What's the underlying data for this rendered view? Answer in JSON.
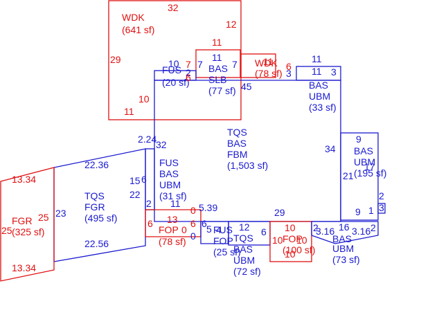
{
  "colors": {
    "blue": "#1a1ad0",
    "red": "#e01010"
  },
  "areas": [
    {
      "id": "wdk-top",
      "color": "red",
      "lines": [
        "WDK",
        "(641 sf)"
      ]
    },
    {
      "id": "wdk-small",
      "color": "red",
      "lines": [
        "WDK",
        "(78 sf)"
      ]
    },
    {
      "id": "fus-small",
      "color": "blue",
      "lines": [
        "FUS",
        "(20 sf)"
      ]
    },
    {
      "id": "bas-slb",
      "color": "blue",
      "lines": [
        "BAS",
        "SLB",
        "(77 sf)"
      ]
    },
    {
      "id": "bas-ubm-right",
      "color": "blue",
      "lines": [
        "BAS",
        "UBM",
        "(33 sf)"
      ]
    },
    {
      "id": "tqs-bas-fbm",
      "color": "blue",
      "lines": [
        "TQS",
        "BAS",
        "FBM",
        "(1,503 sf)"
      ]
    },
    {
      "id": "bas-ubm-east",
      "color": "blue",
      "lines": [
        "BAS",
        "UBM",
        "(195 sf)"
      ]
    },
    {
      "id": "fus-bas-ubm",
      "color": "blue",
      "lines": [
        "FUS",
        "BAS",
        "UBM",
        "(31 sf)"
      ]
    },
    {
      "id": "tqs-fgr",
      "color": "blue",
      "lines": [
        "TQS",
        "FGR",
        "(495 sf)"
      ]
    },
    {
      "id": "fgr",
      "color": "red",
      "lines": [
        "FGR",
        "(325 sf)"
      ]
    },
    {
      "id": "fop-left",
      "color": "red",
      "lines": [
        "FOP",
        "(78 sf)"
      ]
    },
    {
      "id": "fus-fop",
      "color": "blue",
      "lines": [
        "FUS",
        "FOP",
        "(25 sf)"
      ]
    },
    {
      "id": "tqs-bas-ubm",
      "color": "blue",
      "lines": [
        "TQS",
        "BAS",
        "UBM",
        "(72 sf)"
      ]
    },
    {
      "id": "fop-right",
      "color": "red",
      "lines": [
        "FOP",
        "(100 sf)"
      ]
    },
    {
      "id": "bas-ubm-73",
      "color": "blue",
      "lines": [
        "BAS",
        "UBM",
        "(73 sf)"
      ]
    }
  ],
  "dimensions": [
    {
      "id": "d1",
      "color": "red",
      "text": "32"
    },
    {
      "id": "d2",
      "color": "red",
      "text": "12"
    },
    {
      "id": "d3",
      "color": "red",
      "text": "11"
    },
    {
      "id": "d4",
      "color": "red",
      "text": "29"
    },
    {
      "id": "d5",
      "color": "red",
      "text": "10"
    },
    {
      "id": "d6",
      "color": "red",
      "text": "11"
    },
    {
      "id": "d7",
      "color": "blue",
      "text": "10"
    },
    {
      "id": "d8",
      "color": "red",
      "text": "7"
    },
    {
      "id": "d9",
      "color": "blue",
      "text": "2"
    },
    {
      "id": "d10",
      "color": "red",
      "text": "6"
    },
    {
      "id": "d11",
      "color": "blue",
      "text": "7"
    },
    {
      "id": "d12",
      "color": "blue",
      "text": "11"
    },
    {
      "id": "d13",
      "color": "blue",
      "text": "7"
    },
    {
      "id": "d14",
      "color": "blue",
      "text": "45"
    },
    {
      "id": "d15",
      "color": "red",
      "text": "11"
    },
    {
      "id": "d16",
      "color": "red",
      "text": "6"
    },
    {
      "id": "d17",
      "color": "blue",
      "text": "3"
    },
    {
      "id": "d18",
      "color": "blue",
      "text": "11"
    },
    {
      "id": "d19",
      "color": "blue",
      "text": "11"
    },
    {
      "id": "d20",
      "color": "blue",
      "text": "3"
    },
    {
      "id": "d21",
      "color": "blue",
      "text": "2.24"
    },
    {
      "id": "d22",
      "color": "blue",
      "text": "32"
    },
    {
      "id": "d23",
      "color": "blue",
      "text": "34"
    },
    {
      "id": "d24",
      "color": "blue",
      "text": "9"
    },
    {
      "id": "d25",
      "color": "blue",
      "text": "17"
    },
    {
      "id": "d26",
      "color": "blue",
      "text": "21"
    },
    {
      "id": "d27",
      "color": "blue",
      "text": "2"
    },
    {
      "id": "d28",
      "color": "blue",
      "text": "3"
    },
    {
      "id": "d29",
      "color": "blue",
      "text": "9"
    },
    {
      "id": "d30",
      "color": "blue",
      "text": "1"
    },
    {
      "id": "d31",
      "color": "blue",
      "text": "22.36"
    },
    {
      "id": "d32",
      "color": "blue",
      "text": "15"
    },
    {
      "id": "d33",
      "color": "blue",
      "text": "6"
    },
    {
      "id": "d34",
      "color": "blue",
      "text": "22"
    },
    {
      "id": "d35",
      "color": "blue",
      "text": "2"
    },
    {
      "id": "d36",
      "color": "blue",
      "text": "11"
    },
    {
      "id": "d37",
      "color": "blue",
      "text": "23"
    },
    {
      "id": "d38",
      "color": "red",
      "text": "13.34"
    },
    {
      "id": "d39",
      "color": "red",
      "text": "25"
    },
    {
      "id": "d40",
      "color": "red",
      "text": "25"
    },
    {
      "id": "d41",
      "color": "red",
      "text": "13.34"
    },
    {
      "id": "d42",
      "color": "blue",
      "text": "22.56"
    },
    {
      "id": "d43",
      "color": "red",
      "text": "6"
    },
    {
      "id": "d44",
      "color": "red",
      "text": "13"
    },
    {
      "id": "d45",
      "color": "red",
      "text": "0"
    },
    {
      "id": "d46",
      "color": "red",
      "text": "6"
    },
    {
      "id": "d47",
      "color": "red",
      "text": "0"
    },
    {
      "id": "d48",
      "color": "blue",
      "text": "0"
    },
    {
      "id": "d49",
      "color": "blue",
      "text": "5.39"
    },
    {
      "id": "d50",
      "color": "blue",
      "text": "6"
    },
    {
      "id": "d51",
      "color": "blue",
      "text": "5"
    },
    {
      "id": "d52",
      "color": "blue",
      "text": "4"
    },
    {
      "id": "d53",
      "color": "blue",
      "text": "12"
    },
    {
      "id": "d54",
      "color": "blue",
      "text": "6"
    },
    {
      "id": "d55",
      "color": "blue",
      "text": "29"
    },
    {
      "id": "d56",
      "color": "red",
      "text": "10"
    },
    {
      "id": "d57",
      "color": "red",
      "text": "10"
    },
    {
      "id": "d58",
      "color": "red",
      "text": "10"
    },
    {
      "id": "d59",
      "color": "red",
      "text": "10"
    },
    {
      "id": "d60",
      "color": "blue",
      "text": "2"
    },
    {
      "id": "d61",
      "color": "blue",
      "text": "3.16"
    },
    {
      "id": "d62",
      "color": "blue",
      "text": "16"
    },
    {
      "id": "d63",
      "color": "blue",
      "text": "3.16"
    },
    {
      "id": "d64",
      "color": "blue",
      "text": "2"
    }
  ]
}
